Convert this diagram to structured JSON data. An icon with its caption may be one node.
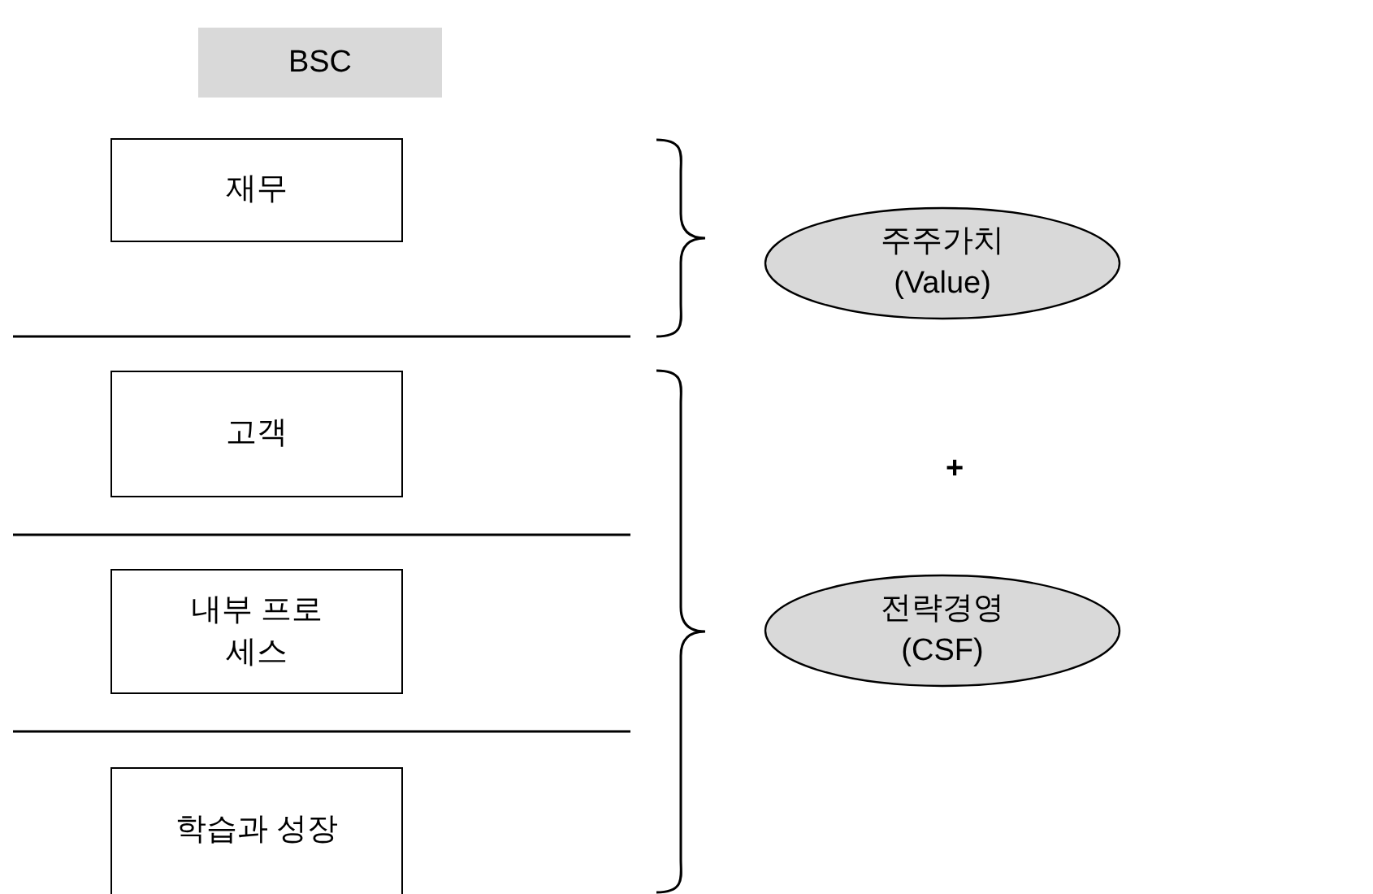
{
  "diagram": {
    "nodes": [
      {
        "text": [
          "BSC"
        ]
      },
      {
        "text": [
          "재무"
        ]
      },
      {
        "text": [
          "고객"
        ]
      },
      {
        "text": [
          "내부 프로세스"
        ]
      },
      {
        "text": [
          "학습과 성장"
        ]
      },
      {
        "text": [
          "주주가치 (Value)"
        ]
      },
      {
        "text": [
          "전략경영 (CSF)"
        ]
      }
    ],
    "labels": [
      "+"
    ]
  }
}
